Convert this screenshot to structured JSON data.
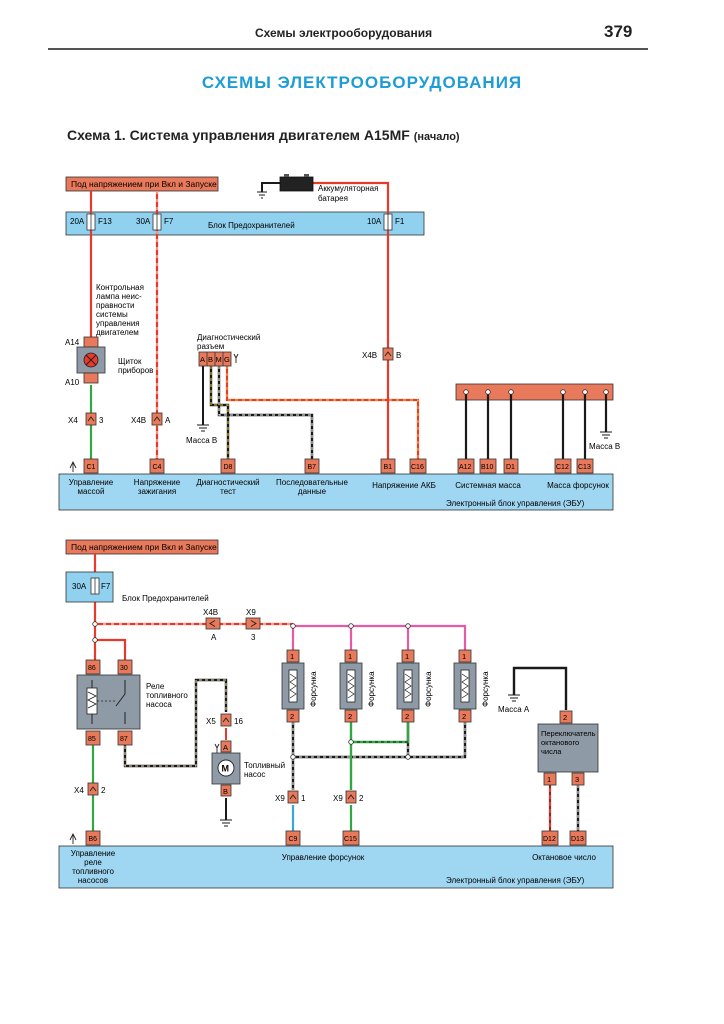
{
  "header": {
    "running_title": "Схемы электрооборудования",
    "page_number": "379"
  },
  "title": "СХЕМЫ ЭЛЕКТРООБОРУДОВАНИЯ",
  "scheme": {
    "title": "Схема 1. Система управления двигателем A15MF",
    "note": "(начало)"
  },
  "colors": {
    "red": "#e8392a",
    "green": "#34a745",
    "pink": "#e65ba6",
    "blue": "#38a6dc",
    "black": "#1a1a1a",
    "bar_fill": "#e8795a",
    "fuse_block": "#8fd1ef",
    "ecu_block": "#9fd6f1",
    "component": "#8e9aa6"
  },
  "diagram1": {
    "supply_label": "Под напряжением при Вкл и Запуске",
    "battery_label_1": "Аккумуляторная",
    "battery_label_2": "батарея",
    "fuse_block_label": "Блок Предохранителей",
    "fuses": [
      {
        "rating": "20A",
        "name": "F13"
      },
      {
        "rating": "30A",
        "name": "F7"
      },
      {
        "rating": "10A",
        "name": "F1"
      }
    ],
    "lamp_label": [
      "Контрольная",
      "лампа неис-",
      "правности",
      "системы",
      "управления",
      "двигателем"
    ],
    "lamp_pin_top": "A14",
    "lamp_pin_bottom": "A10",
    "panel_label_1": "Щиток",
    "panel_label_2": "приборов",
    "diag_label_1": "Диагностический",
    "diag_label_2": "разъем",
    "diag_pins": [
      "A",
      "B",
      "M",
      "G"
    ],
    "ground_b": "Масса B",
    "connectors": [
      {
        "name": "X4",
        "pin": "3"
      },
      {
        "name": "X4B",
        "pin": "A"
      },
      {
        "name": "X4B",
        "pin": "B"
      }
    ],
    "ecu_pins": [
      "C1",
      "C4",
      "D8",
      "B7",
      "B1",
      "C16",
      "A12",
      "B10",
      "D1",
      "C12",
      "C13"
    ],
    "signals": [
      [
        "Управление",
        "массой"
      ],
      [
        "Напряжение",
        "зажигания"
      ],
      [
        "Диагностический",
        "тест"
      ],
      [
        "Последовательные",
        "данные"
      ],
      [
        "Напряжение АКБ"
      ],
      [
        "Системная масса"
      ],
      [
        "Масса форсунок"
      ]
    ],
    "ecu_label": "Электронный блок управления (ЭБУ)"
  },
  "diagram2": {
    "supply_label": "Под напряжением при Вкл и Запуске",
    "fuse": {
      "rating": "30A",
      "name": "F7"
    },
    "fuse_block_label": "Блок Предохранителей",
    "connectors": [
      {
        "name": "X4B",
        "pin": "A"
      },
      {
        "name": "X9",
        "pin": "3"
      },
      {
        "name": "X5",
        "pin": "16"
      },
      {
        "name": "X4",
        "pin": "2"
      },
      {
        "name": "X9",
        "pin": "1"
      },
      {
        "name": "X9",
        "pin": "2"
      }
    ],
    "relay_label": [
      "Реле",
      "топливного",
      "насоса"
    ],
    "relay_pins": [
      "86",
      "30",
      "85",
      "87"
    ],
    "pump_label_1": "Топливный",
    "pump_label_2": "насос",
    "pump_pins": [
      "A",
      "B"
    ],
    "injector_label": "Форсунка",
    "ground_a": "Масса А",
    "octane_label": [
      "Переключатель",
      "октанового",
      "числа"
    ],
    "ecu_pins": [
      "B6",
      "C9",
      "C15",
      "D12",
      "D13"
    ],
    "signals": [
      [
        "Управление",
        "реле",
        "топливного",
        "насосов"
      ],
      [
        "Управление форсунок"
      ],
      [
        "Октановое число"
      ]
    ],
    "ecu_label": "Электронный блок управления (ЭБУ)"
  }
}
